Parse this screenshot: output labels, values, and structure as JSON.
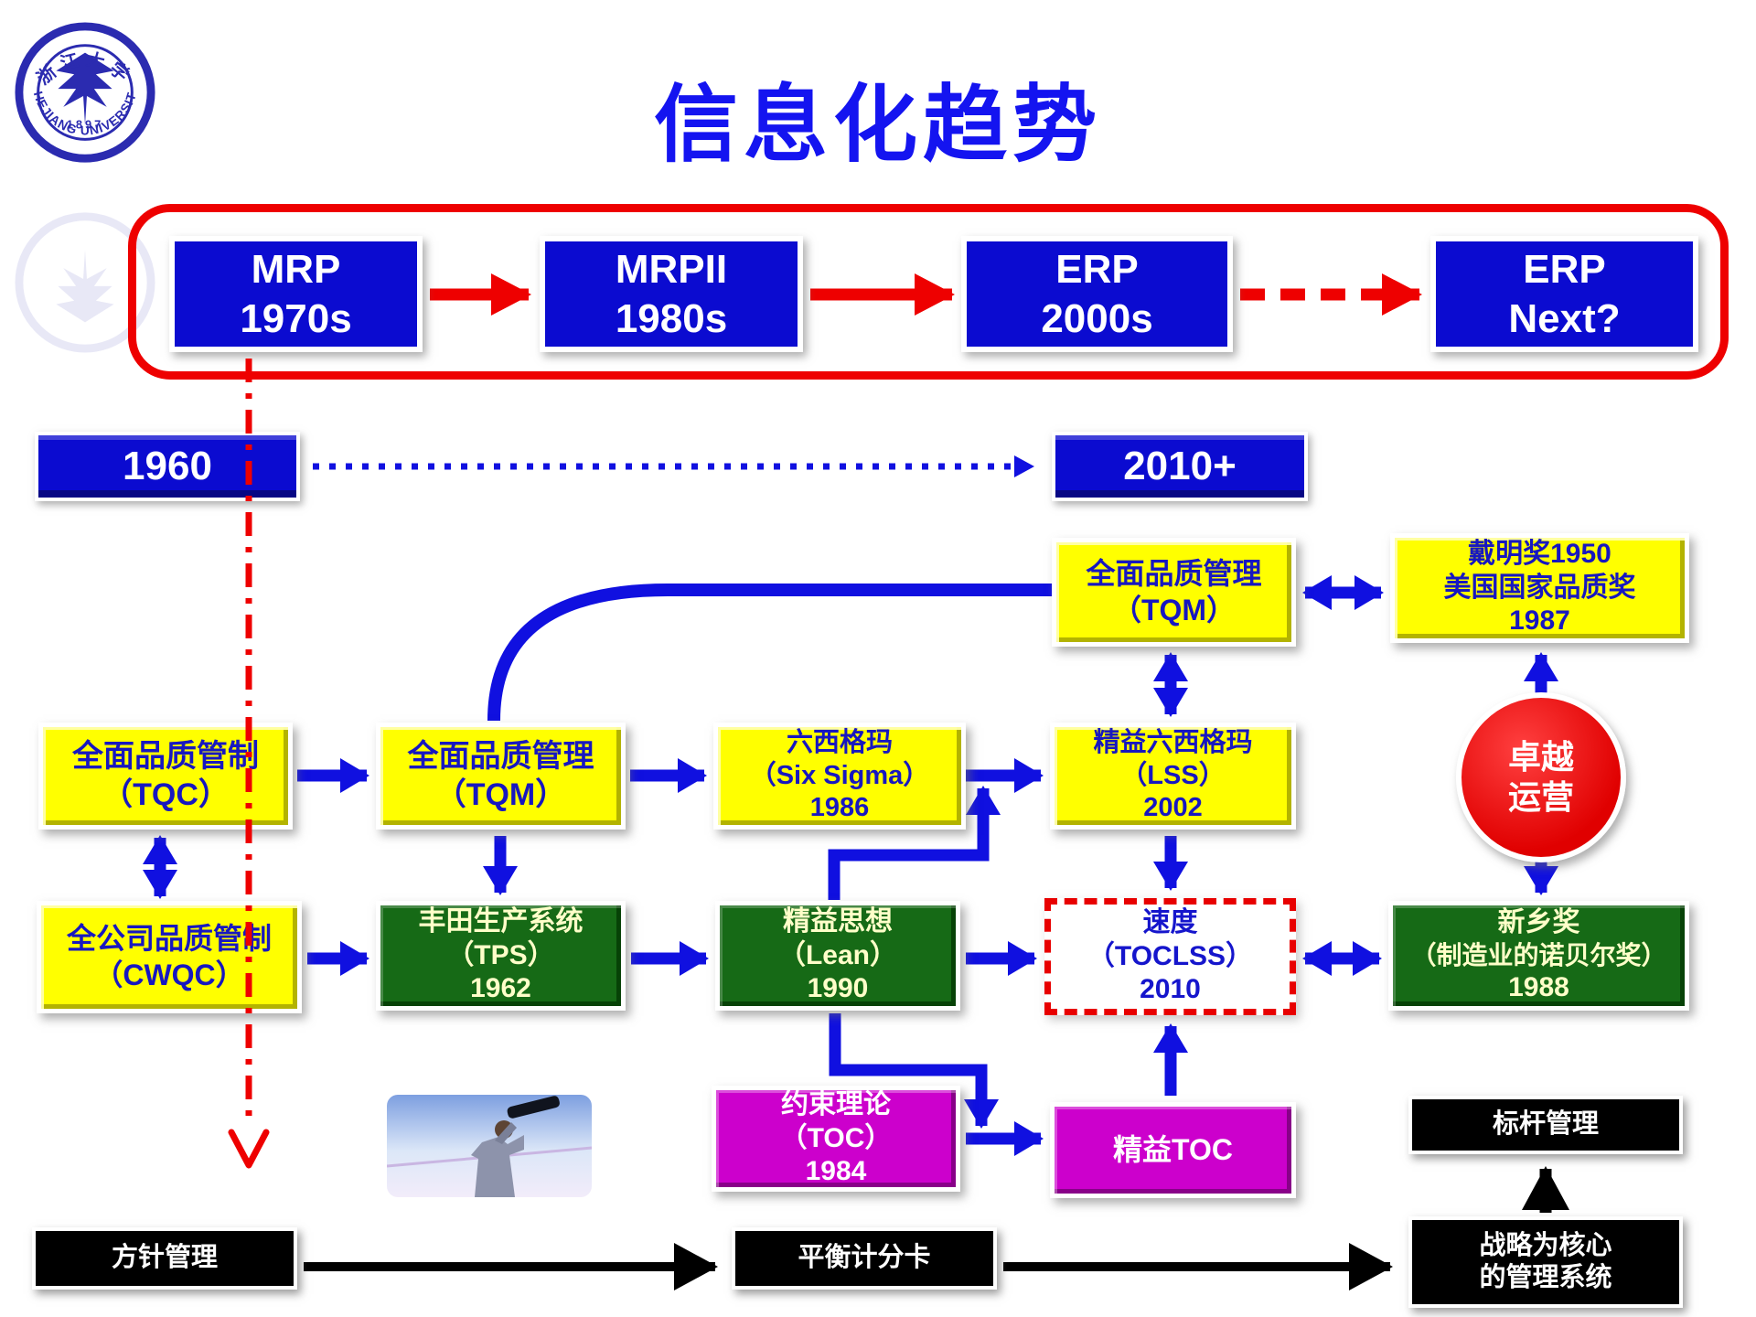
{
  "title": "信息化趋势",
  "logo": {
    "year": "1897",
    "en_top": "ZHEJIANG",
    "en_bottom": "UNIVERSITY",
    "en": "ZHEJIANG UNIVERSITY"
  },
  "nodes": {
    "mrp": {
      "line1": "MRP",
      "line2": "1970s"
    },
    "mrpii": {
      "line1": "MRPII",
      "line2": "1980s"
    },
    "erp": {
      "line1": "ERP",
      "line2": "2000s"
    },
    "erp_next": {
      "line1": "ERP",
      "line2": "Next?"
    },
    "era_start": {
      "line1": "1960"
    },
    "era_end": {
      "line1": "2010+"
    },
    "tqm_top": {
      "line1": "全面品质管理",
      "line2": "（TQM）"
    },
    "deming": {
      "line1": "戴明奖1950",
      "line2": "美国国家品质奖",
      "line3": "1987"
    },
    "tqc": {
      "line1": "全面品质管制",
      "line2": "（TQC）"
    },
    "tqm_mid": {
      "line1": "全面品质管理",
      "line2": "（TQM）"
    },
    "six_sigma": {
      "line1": "六西格玛",
      "line2": "（Six Sigma）",
      "line3": "1986"
    },
    "lss": {
      "line1": "精益六西格玛",
      "line2": "（LSS）",
      "line3": "2002"
    },
    "excellence": {
      "line1": "卓越",
      "line2": "运营"
    },
    "cwqc": {
      "line1": "全公司品质管制",
      "line2": "（CWQC）"
    },
    "tps": {
      "line1": "丰田生产系统",
      "line2": "（TPS）",
      "line3": "1962"
    },
    "lean": {
      "line1": "精益思想",
      "line2": "（Lean）",
      "line3": "1990"
    },
    "toclss": {
      "line1": "速度",
      "line2": "（TOCLSS）",
      "line3": "2010"
    },
    "shingo": {
      "line1": "新乡奖",
      "line2": "（制造业的诺贝尔奖）",
      "line3": "1988"
    },
    "toc": {
      "line1": "约束理论",
      "line2": "（TOC）",
      "line3": "1984"
    },
    "lean_toc": {
      "line1": "精益TOC"
    },
    "benchmarking": {
      "line1": "标杆管理"
    },
    "hoshin": {
      "line1": "方针管理"
    },
    "bsc": {
      "line1": "平衡计分卡"
    },
    "strategy": {
      "line1": "战略为核心",
      "line2": "的管理系统"
    }
  },
  "colors": {
    "title_blue": "#1414F0",
    "box_blue": "#0B0BD0",
    "arrow_blue": "#1010E0",
    "red": "#EE0000",
    "yellow": "#FFFF00",
    "green": "#166A16",
    "magenta": "#CC00CC",
    "black": "#000000",
    "yellow_text_blue": "#1717C0",
    "green_text": "#FFFFC9"
  }
}
